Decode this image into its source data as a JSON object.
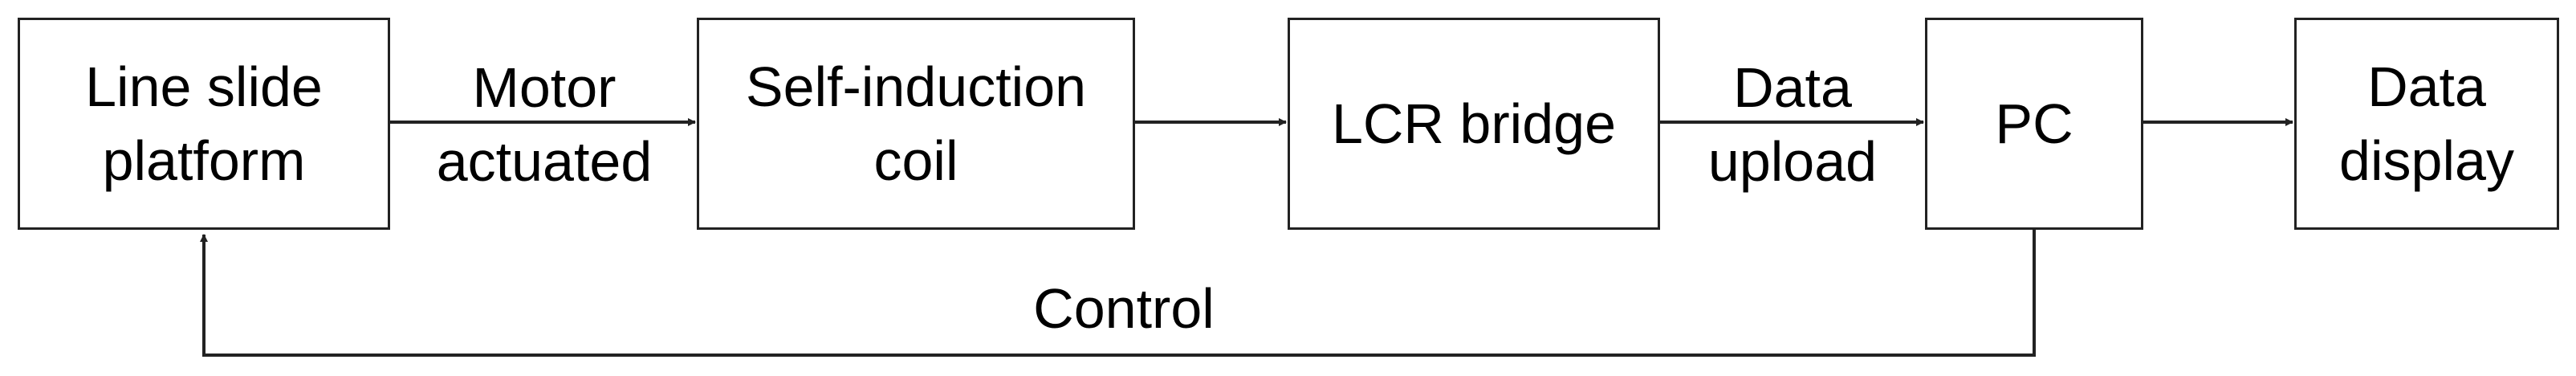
{
  "colors": {
    "stroke": "#222222",
    "text": "#000000",
    "background": "#ffffff"
  },
  "nodes": {
    "line_slide_platform": {
      "lines": [
        "Line slide",
        "platform"
      ]
    },
    "self_induction_coil": {
      "lines": [
        "Self-induction",
        "coil"
      ]
    },
    "lcr_bridge": {
      "lines": [
        "LCR bridge"
      ]
    },
    "pc": {
      "lines": [
        "PC"
      ]
    },
    "data_display": {
      "lines": [
        "Data",
        "display"
      ]
    }
  },
  "edges": {
    "motor_actuated": {
      "lines": [
        "Motor",
        "actuated"
      ]
    },
    "data_upload": {
      "lines": [
        "Data",
        "upload"
      ]
    },
    "control": {
      "lines": [
        "Control"
      ]
    }
  }
}
